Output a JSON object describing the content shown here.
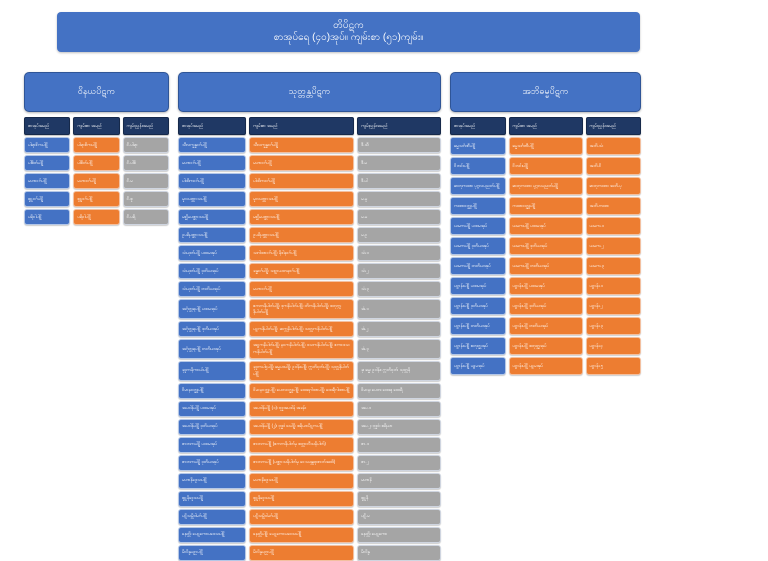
{
  "title": {
    "line1": "တိပိဋက",
    "line2": "စာအုပ်ရေ (၄၀)အုပ်။ ကျမ်းစာ (၅၁)ကျမ်း။"
  },
  "columns_header": [
    "စာအုပ်အမည်",
    "ကျမ်းစာ အမည်",
    "ကျမ်းညွှန်းအမည်"
  ],
  "colors": {
    "blue": "#4472C4",
    "orange": "#ED7D31",
    "gray": "#A5A5A5",
    "navy": "#1F3864",
    "background": "#FFFFFF",
    "text": "#FFFFFF"
  },
  "sections": [
    {
      "title": "ဝိနယပိဋက",
      "abbr_style": "gray",
      "rows": [
        {
          "book": "ပါရာဇိကပါဠိ",
          "text": "ပါရာဇိကပါဠိ",
          "abbr": "ဝိ.ပါရာ"
        },
        {
          "book": "ပါစိတ်ပါဠိ",
          "text": "ပါစိတ်ပါဠိ",
          "abbr": "ဝိ.ပါစိ"
        },
        {
          "book": "မဟာဝဂ်ပါဠိ",
          "text": "မဟာဝဂ်ပါဠိ",
          "abbr": "ဝိ.မ"
        },
        {
          "book": "စူဠဝဂ်ပါဠိ",
          "text": "စူဠဝဂ်ပါဠိ",
          "abbr": "ဝိ.စူ"
        },
        {
          "book": "ပရိဝါပါဠိ",
          "text": "ပရိဝါပါဠိ",
          "abbr": "ဝိ.ပရိ"
        }
      ]
    },
    {
      "title": "သုတ္တန္တပိဋက",
      "abbr_style": "gray",
      "rows": [
        {
          "book": "သီလက္ခန္ဓဝဂ်ပါဠိ",
          "text": "သီလက္ခန္ဓဝဂ်ပါဠိ",
          "abbr": "ဒီ.သီ"
        },
        {
          "book": "မဟာဝဂ်ပါဠိ",
          "text": "မဟာဝဂ်ပါဠိ",
          "abbr": "ဒီ.မ"
        },
        {
          "book": "ပါထိကဝဂ်ပါဠိ",
          "text": "ပါထိကဝဂ်ပါဠိ",
          "abbr": "ဒီ.ပါ"
        },
        {
          "book": "မူလပဏ္ဏာသပါဠိ",
          "text": "မူလပဏ္ဏာသပါဠိ",
          "abbr": "မ.မူ"
        },
        {
          "book": "မဇ္ဈိမပဏ္ဏာသပါဠိ",
          "text": "မဇ္ဈိမပဏ္ဏာသပါဠိ",
          "abbr": "မ.မ"
        },
        {
          "book": "ဥပရိပဏ္ဏာသပါဠိ",
          "text": "ဥပရိပဏ္ဏာသပါဠိ",
          "abbr": "မ.ဥ"
        },
        {
          "book": "သံယုတ်ပါဠိ ပထမအုပ်",
          "text": "သဂါထာဝဂ်ပါဠိ၊ နိဒါနဝဂ်ပါဠိ",
          "abbr": "သံ.၁"
        },
        {
          "book": "သံယုတ်ပါဠိ ဒုတိယအုပ်",
          "text": "ခန္ဓဝဂ်ပါဠိ၊ သဠာယတနဝဂ်ပါဠိ",
          "abbr": "သံ.၂"
        },
        {
          "book": "သံယုတ်ပါဠိ တတိယအုပ်",
          "text": "မဟာဝဂ်ပါဠိ",
          "abbr": "သံ.၃"
        },
        {
          "book": "အင်္ဂုတ္တရပါဠိ ပထမအုပ်",
          "text": "ဧကကနိပါတ်ပါဠိ၊ ဒုကနိပါတ်ပါဠိ၊ တိကနိပါတ်ပါဠိ၊ စတုက္ကနိပါတ်ပါဠိ",
          "abbr": "အံ.၁"
        },
        {
          "book": "အင်္ဂုတ္တရပါဠိ ဒုတိယအုပ်",
          "text": "ပဉ္စကနိပါတ်ပါဠိ၊ ဆက္ကနိပါတ်ပါဠိ၊ သတ္တကနိပါတ်ပါဠိ",
          "abbr": "အံ.၂"
        },
        {
          "book": "အင်္ဂုတ္တရပါဠိ တတိယအုပ်",
          "text": "အဋ္ဌကနိပါတ်ပါဠိ၊ နဝကနိပါတ်ပါဠိ၊ ဒသကနိပါတ်ပါဠိ၊ ဧကာဒသကနိပါတ်ပါဠိ",
          "abbr": "အံ.၃"
        },
        {
          "book": "ခုဒ္ဒကနိကာယ်ပါဠိ",
          "text": "ခုဒ္ဒကပါဌပါဠိ၊ ဓမ္မပဒပါဠိ၊ ဥဒါန်းပါဠိ၊ ဣတိဝုတ်ပါဠိ၊ သုတ္တနိပါတ်ပါဠိ",
          "abbr": "ခု၊ ဓမ္မ၊ ဥဒါန်း၊ ဣတိဝုတ်၊ သုတ္တနိ"
        },
        {
          "book": "ဝိမာနဝတ္ထုပါဠိ",
          "text": "ဝိမာနဝတ္ထုပါဠိ၊ ပေတဝတ္ထုပါဠိ၊ ထေရဂါထာပါဠိ၊ ထေရီဂါထာပါဠိ",
          "abbr": "ဝိမာန၊ ပေတ၊ ထေရ၊ ထေရီ"
        },
        {
          "book": "အပဒါန်ပါဠိ ပထမအုပ်",
          "text": "အပဒါန်ပါဠိ (၁)၊ ဗုဒ္ဓအပဒါန် အခန်း",
          "abbr": "အပ.၁"
        },
        {
          "book": "အပဒါန်ပါဠိ ဒုတိယအုပ်",
          "text": "အပဒါန်ပါဠိ (၂)၊ ဗုဒ္ဓဝံသပါဠိ၊ စရိယာပိဋကပါဠိ",
          "abbr": "အပ.၂၊ ဗုဒ္ဓဝံ၊ စရိယာ"
        },
        {
          "book": "ဇာတကပါဠိ ပထမအုပ်",
          "text": "ဇာတကပါဠိ (ဧကကနိပါတ်မှ စတ္တာလီသနိပါတ်)",
          "abbr": "ဇာ.၁"
        },
        {
          "book": "ဇာတကပါဠိ ဒုတိယအုပ်",
          "text": "ဇာတကပါဠိ (ပဏ္ဏာသနိပါတ်မှ ဝေဿန္တရာဇာတ်အထိ)",
          "abbr": "ဇာ.၂"
        },
        {
          "book": "မဟာနိဒ္ဒေသပါဠိ",
          "text": "မဟာနိဒ္ဒေသပါဠိ",
          "abbr": "မဟာနိ"
        },
        {
          "book": "စူဠနိဒ္ဒေသပါဠိ",
          "text": "စူဠနိဒ္ဒေသပါဠိ",
          "abbr": "စူဠနိ"
        },
        {
          "book": "ပဋိသမ္ဘိဒါမဂ်ပါဠိ",
          "text": "ပဋိသမ္ဘိဒါမဂ်ပါဠိ",
          "abbr": "ပဋိ.မ"
        },
        {
          "book": "နေတ္တိ၊ ပေဋကောပဒေသပါဠိ",
          "text": "နေတ္တိပါဠိ၊ ပေဋကောပဒေသပါဠိ",
          "abbr": "နေတ္တိ၊ ပေဋကော"
        },
        {
          "book": "မိလိန္ဒပဉှာပါဠိ",
          "text": "မိလိန္ဒပဉှာပါဠိ",
          "abbr": "မိလိန္ဒ"
        }
      ]
    },
    {
      "title": "အဘိဓမ္မပိဋက",
      "abbr_style": "orange",
      "rows": [
        {
          "book": "ဓမ္မသင်္ဂဏီပါဠိ",
          "text": "ဓမ္မသင်္ဂဏီပါဠိ",
          "abbr": "အဘိ.သံ"
        },
        {
          "book": "ဝိဘင်းပါဠိ",
          "text": "ဝိဘင်းပါဠိ",
          "abbr": "အဘိ.ဝိ"
        },
        {
          "book": "ဓာတုကထာ၊ ပုဂ္ဂလပညတ်ပါဠိ",
          "text": "ဓာတုကထာ၊ ပုဂ္ဂလပညတ်ပါဠိ",
          "abbr": "ဓာတုကထာ၊ အဘိ.ပု"
        },
        {
          "book": "ကထာဝတ္ထုပါဠိ",
          "text": "ကထာဝတ္ထုပါဠိ",
          "abbr": "အဘိ.ကထာ"
        },
        {
          "book": "ယမကပါဠိ ပထမအုပ်",
          "text": "ယမကပါဠိ ပထမအုပ်",
          "abbr": "ယမက.၁"
        },
        {
          "book": "ယမကပါဠိ ဒုတိယအုပ်",
          "text": "ယမကပါဠိ ဒုတိယအုပ်",
          "abbr": "ယမက.၂"
        },
        {
          "book": "ယမကပါဠိ တတိယအုပ်",
          "text": "ယမကပါဠိ တတိယအုပ်",
          "abbr": "ယမက.၃"
        },
        {
          "book": "ပဋ္ဌာန်းပါဠိ ပထမအုပ်",
          "text": "ပဋ္ဌာန်းပါဠိ ပထမအုပ်",
          "abbr": "ပဋ္ဌာန်း.၁"
        },
        {
          "book": "ပဋ္ဌာန်းပါဠိ ဒုတိယအုပ်",
          "text": "ပဋ္ဌာန်းပါဠိ ဒုတိယအုပ်",
          "abbr": "ပဋ္ဌာန်း.၂"
        },
        {
          "book": "ပဋ္ဌာန်းပါဠိ တတိယအုပ်",
          "text": "ပဋ္ဌာန်းပါဠိ တတိယအုပ်",
          "abbr": "ပဋ္ဌာန်း.၃"
        },
        {
          "book": "ပဋ္ဌာန်းပါဠိ စတုတ္ထအုပ်",
          "text": "ပဋ္ဌာန်းပါဠိ စတုတ္ထအုပ်",
          "abbr": "ပဋ္ဌာန်း.၄"
        },
        {
          "book": "ပဋ္ဌာန်းပါဠိ ပဉ္စမအုပ်",
          "text": "ပဋ္ဌာန်းပါဠိ ပဉ္စမအုပ်",
          "abbr": "ပဋ္ဌာန်း.၅"
        }
      ]
    }
  ]
}
